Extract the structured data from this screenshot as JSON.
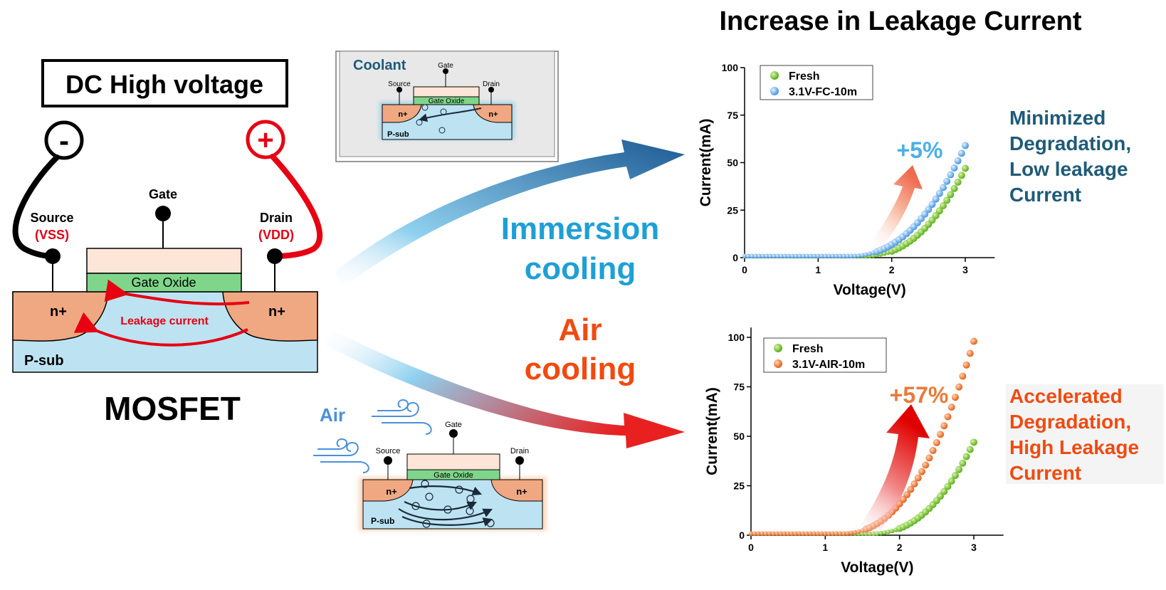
{
  "colors": {
    "black": "#000000",
    "red": "#e60012",
    "nplus": "#f0a882",
    "psub": "#bde3f2",
    "gate": "#fde6d8",
    "oxide": "#7fd68b",
    "blue_text": "#1e5b78",
    "cyan_text": "#1e9fd6",
    "orange_text": "#f04a10",
    "fresh": "#6abf1e",
    "fc": "#5aa8ea",
    "air": "#ef6a1c"
  },
  "headline": "Increase in Leakage Current",
  "dc_box": "DC High voltage",
  "terminals": {
    "minus": "-",
    "plus": "+",
    "source": "Source",
    "vss": "(VSS)",
    "gate": "Gate",
    "drain": "Drain",
    "vdd": "(VDD)"
  },
  "mosfet": {
    "gate_oxide": "Gate Oxide",
    "nplus_left": "n+",
    "nplus_right": "n+",
    "leakage": "Leakage current",
    "psub": "P-sub",
    "title": "MOSFET"
  },
  "coolant_panel": {
    "label": "Coolant",
    "gate": "Gate",
    "source": "Source",
    "drain": "Drain",
    "gate_oxide": "Gate Oxide",
    "nplus_left": "n+",
    "nplus_right": "n+",
    "psub": "P-sub"
  },
  "air_panel": {
    "label": "Air",
    "gate": "Gate",
    "source": "Source",
    "drain": "Drain",
    "gate_oxide": "Gate Oxide",
    "nplus_left": "n+",
    "nplus_right": "n+",
    "psub": "P-sub"
  },
  "immersion": {
    "line1": "Immersion",
    "line2": "cooling"
  },
  "aircool": {
    "line1": "Air",
    "line2": "cooling"
  },
  "top_note": {
    "l1": "Minimized",
    "l2": "Degradation,",
    "l3": "Low leakage",
    "l4": "Current"
  },
  "bottom_note": {
    "l1": "Accelerated",
    "l2": "Degradation,",
    "l3": "High Leakage",
    "l4": "Current"
  },
  "chart_data": [
    {
      "type": "scatter",
      "xlabel": "Voltage(V)",
      "ylabel": "Current(mA)",
      "xlim": [
        0,
        3.4
      ],
      "ylim": [
        0,
        100
      ],
      "xticks": [
        0,
        1,
        2,
        3
      ],
      "yticks": [
        0,
        25,
        50,
        75,
        100
      ],
      "legend": "top-left",
      "annotation": "+5%",
      "series": [
        {
          "name": "Fresh",
          "color": "#6abf1e",
          "onset": 1.6,
          "y_at_3": 47
        },
        {
          "name": "3.1V-FC-10m",
          "color": "#5aa8ea",
          "onset": 1.4,
          "y_at_3": 59
        }
      ]
    },
    {
      "type": "scatter",
      "xlabel": "Voltage(V)",
      "ylabel": "Current(mA)",
      "xlim": [
        0,
        3.4
      ],
      "ylim": [
        0,
        105
      ],
      "xticks": [
        0,
        1,
        2,
        3
      ],
      "yticks": [
        0,
        25,
        50,
        75,
        100
      ],
      "legend": "top-left",
      "annotation": "+57%",
      "series": [
        {
          "name": "Fresh",
          "color": "#6abf1e",
          "onset": 1.6,
          "y_at_3": 47
        },
        {
          "name": "3.1V-AIR-10m",
          "color": "#ef6a1c",
          "onset": 1.2,
          "y_at_3": 98
        }
      ]
    }
  ]
}
